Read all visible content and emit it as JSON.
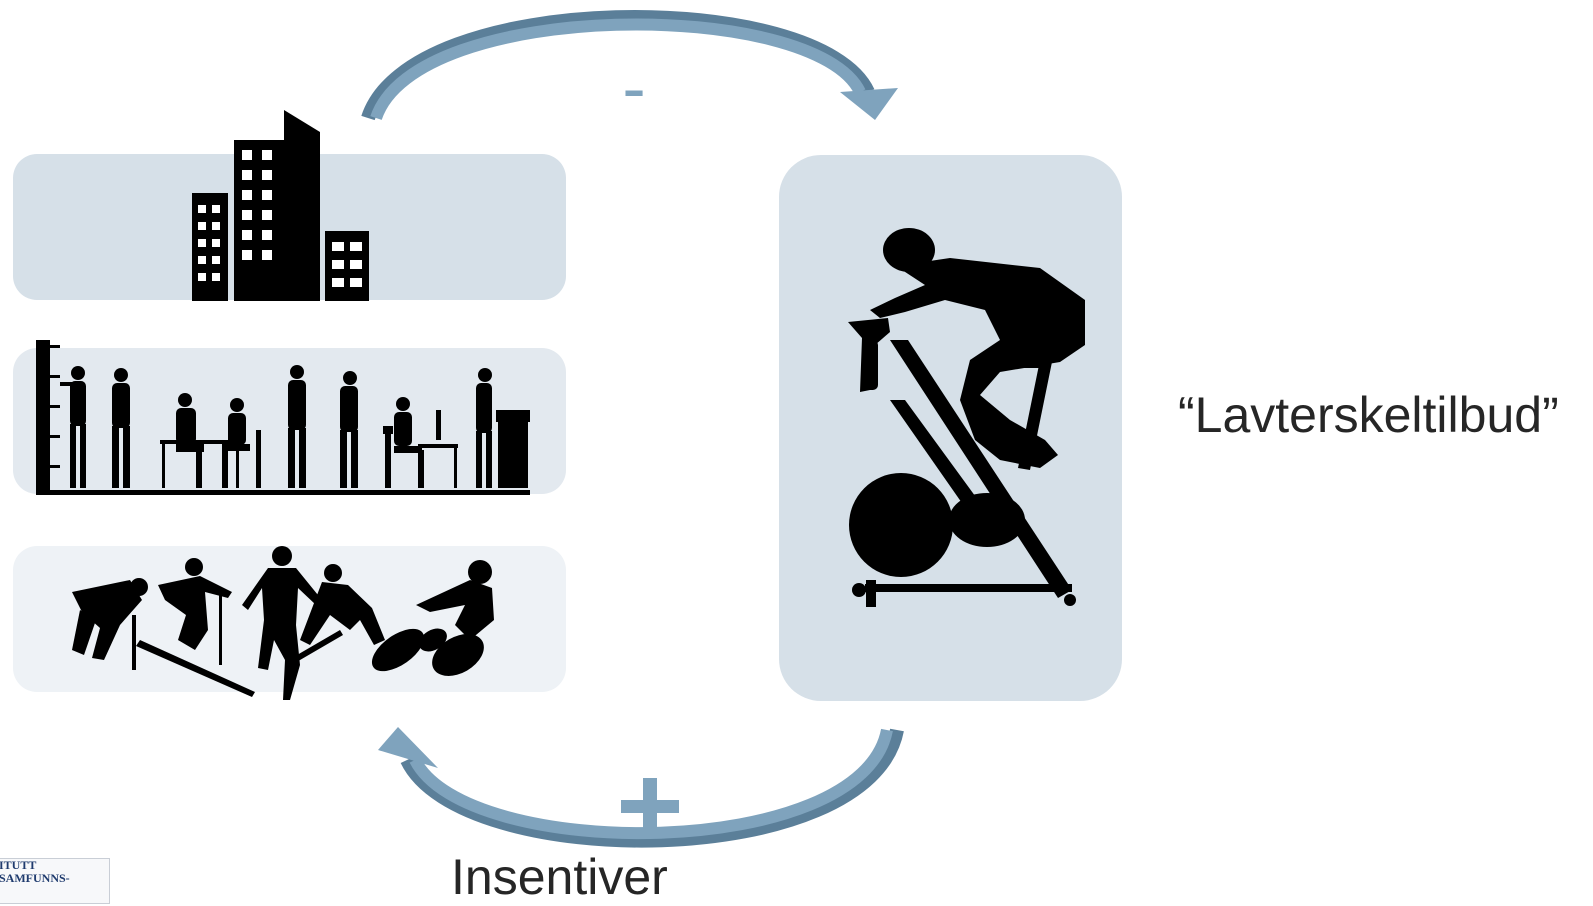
{
  "diagram": {
    "top_arrow_symbol": "-",
    "bottom_arrow_symbol": "+",
    "right_label": "“Lavterskeltilbud”",
    "bottom_label": "Insentiver"
  },
  "logo": {
    "line1": "ITUTT",
    "line2": "SAMFUNNS-"
  },
  "colors": {
    "arrow": "#7fa3bd",
    "arrow_shadow": "#5b7f99",
    "panel": "#d6e0e8",
    "silhouette": "#000000",
    "text": "#262626"
  },
  "icons": [
    "building-icon",
    "office-workers-icon",
    "athletes-icon",
    "exercise-bike-icon"
  ]
}
